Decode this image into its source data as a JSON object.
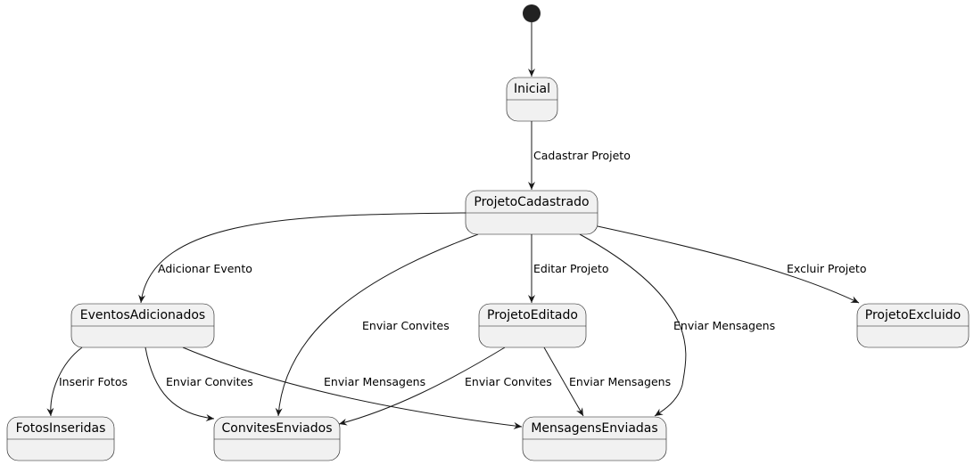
{
  "colors": {
    "state_fill": "#f1f1f1",
    "stroke": "#181818",
    "start_dot": "#222222",
    "background": "#ffffff"
  },
  "states": {
    "inicial": "Inicial",
    "projeto_cadastrado": "ProjetoCadastrado",
    "eventos_adicionados": "EventosAdicionados",
    "projeto_editado": "ProjetoEditado",
    "projeto_excluido": "ProjetoExcluido",
    "fotos_inseridas": "FotosInseridas",
    "convites_enviados": "ConvitesEnviados",
    "mensagens_enviadas": "MensagensEnviadas"
  },
  "transitions": {
    "cadastrar_projeto": "Cadastrar Projeto",
    "adicionar_evento": "Adicionar Evento",
    "editar_projeto": "Editar Projeto",
    "excluir_projeto": "Excluir Projeto",
    "cadastrado_enviar_convites": "Enviar Convites",
    "cadastrado_enviar_mensagens": "Enviar Mensagens",
    "inserir_fotos": "Inserir Fotos",
    "eventos_enviar_convites": "Enviar Convites",
    "eventos_enviar_mensagens": "Enviar Mensagens",
    "editado_enviar_convites": "Enviar Convites",
    "editado_enviar_mensagens": "Enviar Mensagens"
  }
}
